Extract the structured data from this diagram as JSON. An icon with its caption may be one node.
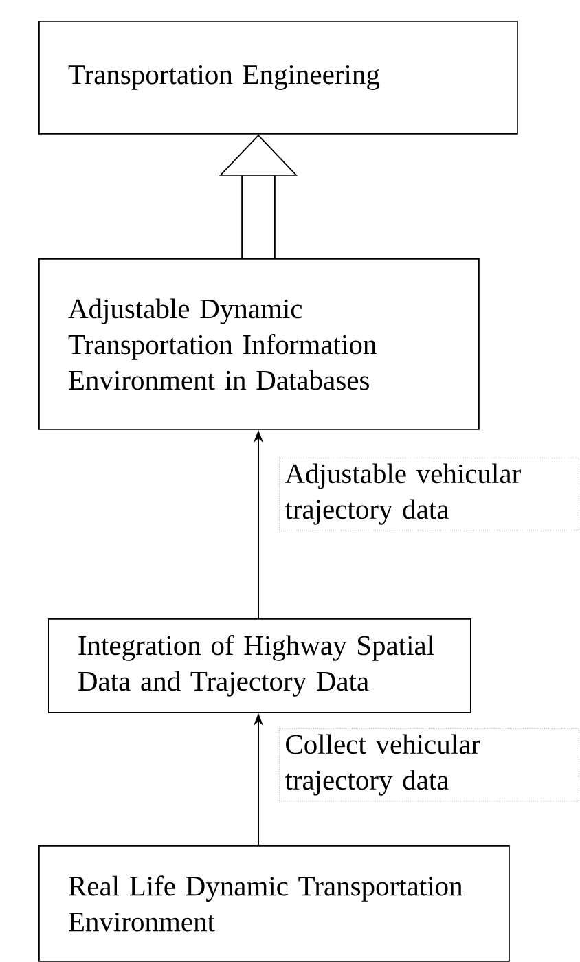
{
  "diagram": {
    "nodes": [
      {
        "text": [
          "Transportation Engineering"
        ]
      },
      {
        "text": [
          "Adjustable Dynamic Transportation Information Environment in Databases"
        ]
      },
      {
        "text": [
          "Integration of Highway Spatial Data and Trajectory Data"
        ]
      },
      {
        "text": [
          "Real Life Dynamic Transportation Environment"
        ]
      }
    ],
    "edges": [
      {
        "from": 1,
        "to": 0,
        "arrow": "to",
        "style": "thick"
      },
      {
        "from": 2,
        "to": 1,
        "arrow": "to",
        "label": "Adjustable vehicular trajectory data"
      },
      {
        "from": 3,
        "to": 2,
        "arrow": "to",
        "label": "Collect vehicular trajectory data"
      }
    ]
  }
}
